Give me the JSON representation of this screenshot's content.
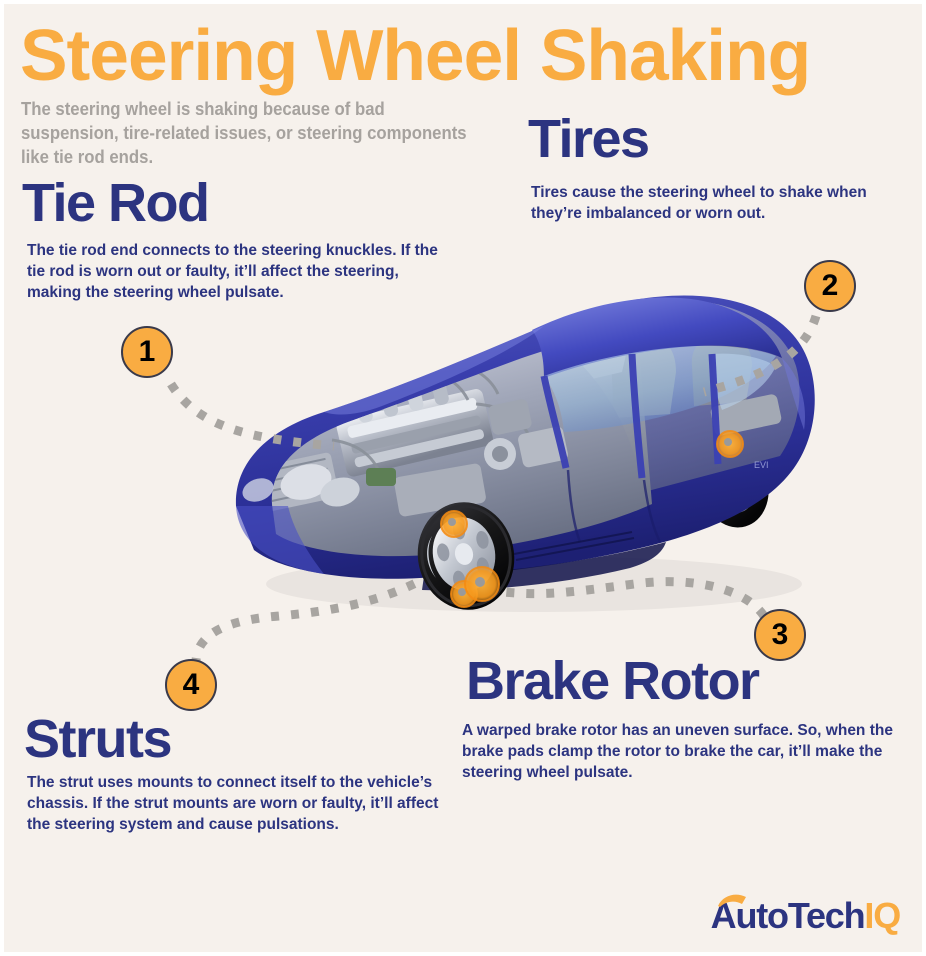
{
  "page": {
    "background_color": "#f6f1ec",
    "accent_orange": "#f9ac42",
    "accent_navy": "#2c3480",
    "muted_gray": "#a6a29e"
  },
  "header": {
    "title": "Steering Wheel Shaking",
    "subtitle": "The steering wheel is shaking because of bad suspension, tire-related issues, or steering components like tie rod ends."
  },
  "sections": [
    {
      "number": "1",
      "heading": "Tie Rod",
      "body": "The tie rod end connects to the steering knuckles. If the tie rod is worn out or faulty, it’ll affect the steering, making the steering wheel pulsate."
    },
    {
      "number": "2",
      "heading": "Tires",
      "body": "Tires cause the steering wheel to shake when they’re imbalanced or worn out."
    },
    {
      "number": "3",
      "heading": "Brake Rotor",
      "body": "A warped brake rotor has an uneven surface. So, when the brake pads clamp the rotor to brake the car, it’ll make the steering wheel pulsate."
    },
    {
      "number": "4",
      "heading": "Struts",
      "body": "The strut uses mounts to connect itself to the vehicle’s chassis. If the strut mounts are worn or faulty, it’ll affect the steering system and cause pulsations."
    }
  ],
  "illustration": {
    "alt_name": "blue-cutaway-car-diagram",
    "hotspots": [
      {
        "name": "tie-rod-hotspot",
        "label": "tie rod end"
      },
      {
        "name": "tire-hotspot",
        "label": "rear tire"
      },
      {
        "name": "brake-rotor-hotspot",
        "label": "brake rotor"
      },
      {
        "name": "strut-hotspot",
        "label": "strut"
      }
    ]
  },
  "logo": {
    "primary": "AutoTech",
    "secondary": "IQ"
  }
}
